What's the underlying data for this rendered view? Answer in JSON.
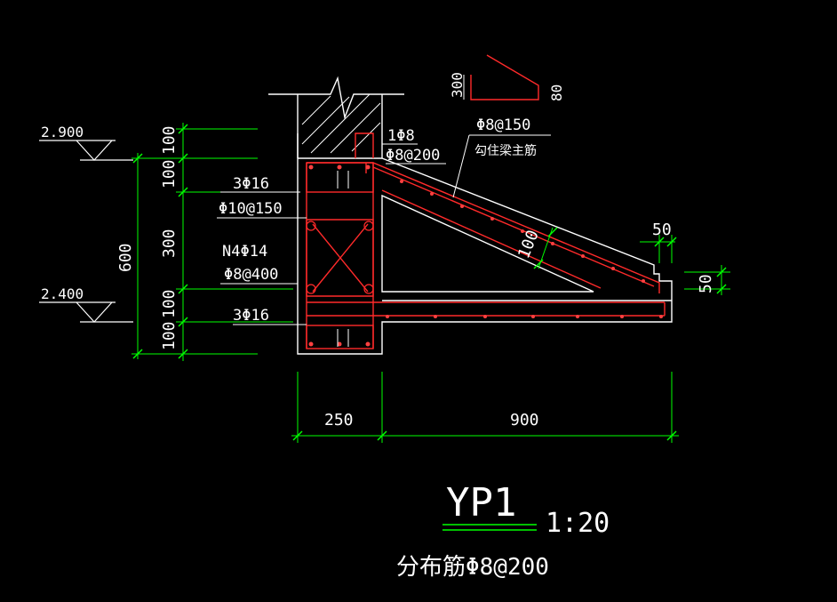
{
  "drawing": {
    "title": "YP1",
    "scale": "1:20",
    "distribution_note": "分布筋Φ8@200"
  },
  "levels": {
    "upper": "2.900",
    "lower": "2.400"
  },
  "dimensions": {
    "left_segments": [
      "100",
      "100",
      "300",
      "100",
      "100"
    ],
    "left_total": "600",
    "bottom_wall": "250",
    "bottom_canopy": "900",
    "right_lip_width": "50",
    "right_lip_height": "50",
    "slab_thickness": "100"
  },
  "rebar_labels": {
    "top_bars": "3Φ16",
    "stirrups": "Φ10@150",
    "side_bars": "N4Φ14",
    "tie_bars": "Φ8@400",
    "bottom_bars": "3Φ16",
    "hook_bar": "1Φ8",
    "hook_spacing": "Φ8@200",
    "slab_bars": "Φ8@150",
    "slab_note": "勾住梁主筋"
  },
  "detail_inset": {
    "height_left": "300",
    "height_right": "80"
  },
  "colors": {
    "background": "#000000",
    "line": "#ffffff",
    "rebar": "#ff2a2a",
    "dimension": "#00ff00"
  }
}
